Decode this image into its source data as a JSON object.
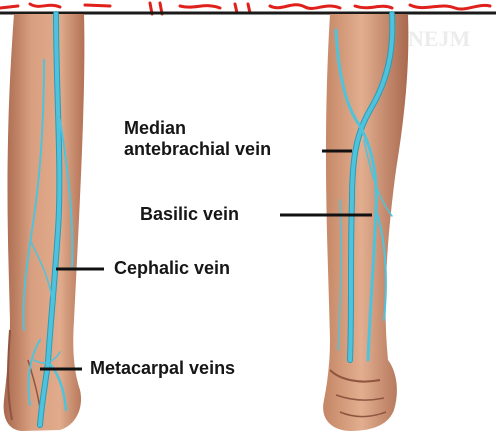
{
  "labels": {
    "median_line1": "Median",
    "median_line2": "antebrachial vein",
    "basilic": "Basilic vein",
    "cephalic": "Cephalic vein",
    "metacarpal": "Metacarpal veins"
  },
  "watermark": "NEJM",
  "colors": {
    "vein": "#4fc3dc",
    "vein_outline": "#2a9bb8",
    "skin": "#d69a7c",
    "skin_shadow": "#b5755a",
    "ink": "#161616",
    "scribble": "#e0201a"
  }
}
